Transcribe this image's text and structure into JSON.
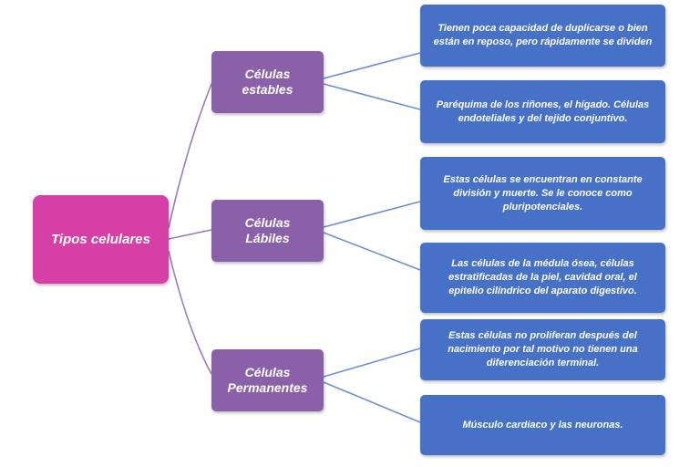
{
  "diagram": {
    "root": {
      "label": "Tipos celulares"
    },
    "categories": [
      {
        "label": "Células\nestables",
        "items": [
          "Tienen poca capacidad de duplicarse o bien están en reposo, pero rápidamente se dividen",
          "Paréquima de los riñones, el hígado. Células endoteliales y del tejido conjuntivo."
        ]
      },
      {
        "label": "Células\nLábiles",
        "items": [
          "Estas células se encuentran en constante división y muerte. Se le conoce como pluripotenciales.",
          "Las células de la médula ósea, células estratificadas de la piel, cavidad oral, el epitelio cilíndrico del aparato digestivo."
        ]
      },
      {
        "label": "Células\nPermanentes",
        "items": [
          "Estas células no proliferan después del nacimiento por tal motivo no tienen una diferenciación terminal.",
          "Músculo cardiaco y las neuronas."
        ]
      }
    ]
  },
  "colors": {
    "root": "#d63fa6",
    "category": "#8a61a8",
    "leaf": "#4671c6",
    "connector_main": "#9a7cb8",
    "connector_sub": "#6f8fcf"
  }
}
